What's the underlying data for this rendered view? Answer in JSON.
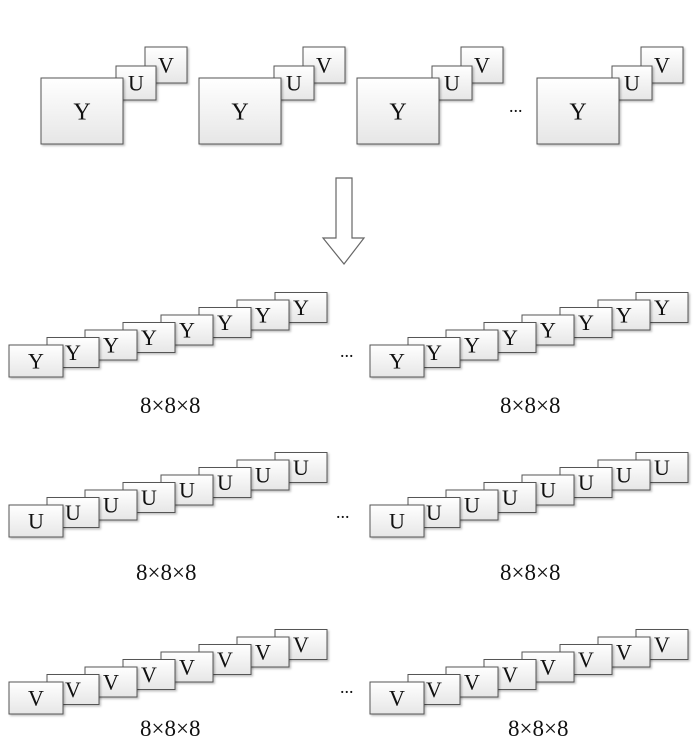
{
  "frames": [
    {
      "y": "Y",
      "u": "U",
      "v": "V"
    },
    {
      "y": "Y",
      "u": "U",
      "v": "V"
    },
    {
      "y": "Y",
      "u": "U",
      "v": "V"
    },
    {
      "y": "Y",
      "u": "U",
      "v": "V"
    }
  ],
  "frame_ellipsis": "...",
  "blocks": [
    {
      "channel": "Y",
      "left_caption": "8×8×8",
      "right_caption": "8×8×8",
      "ellipsis": "..."
    },
    {
      "channel": "U",
      "left_caption": "8×8×8",
      "right_caption": "8×8×8",
      "ellipsis": "..."
    },
    {
      "channel": "V",
      "left_caption": "8×8×8",
      "right_caption": "8×8×8",
      "ellipsis": "..."
    }
  ],
  "colors": {
    "box_fill": "#f2f2f2",
    "box_stroke": "#555555",
    "arrow_fill": "#ffffff",
    "arrow_stroke": "#666666"
  }
}
